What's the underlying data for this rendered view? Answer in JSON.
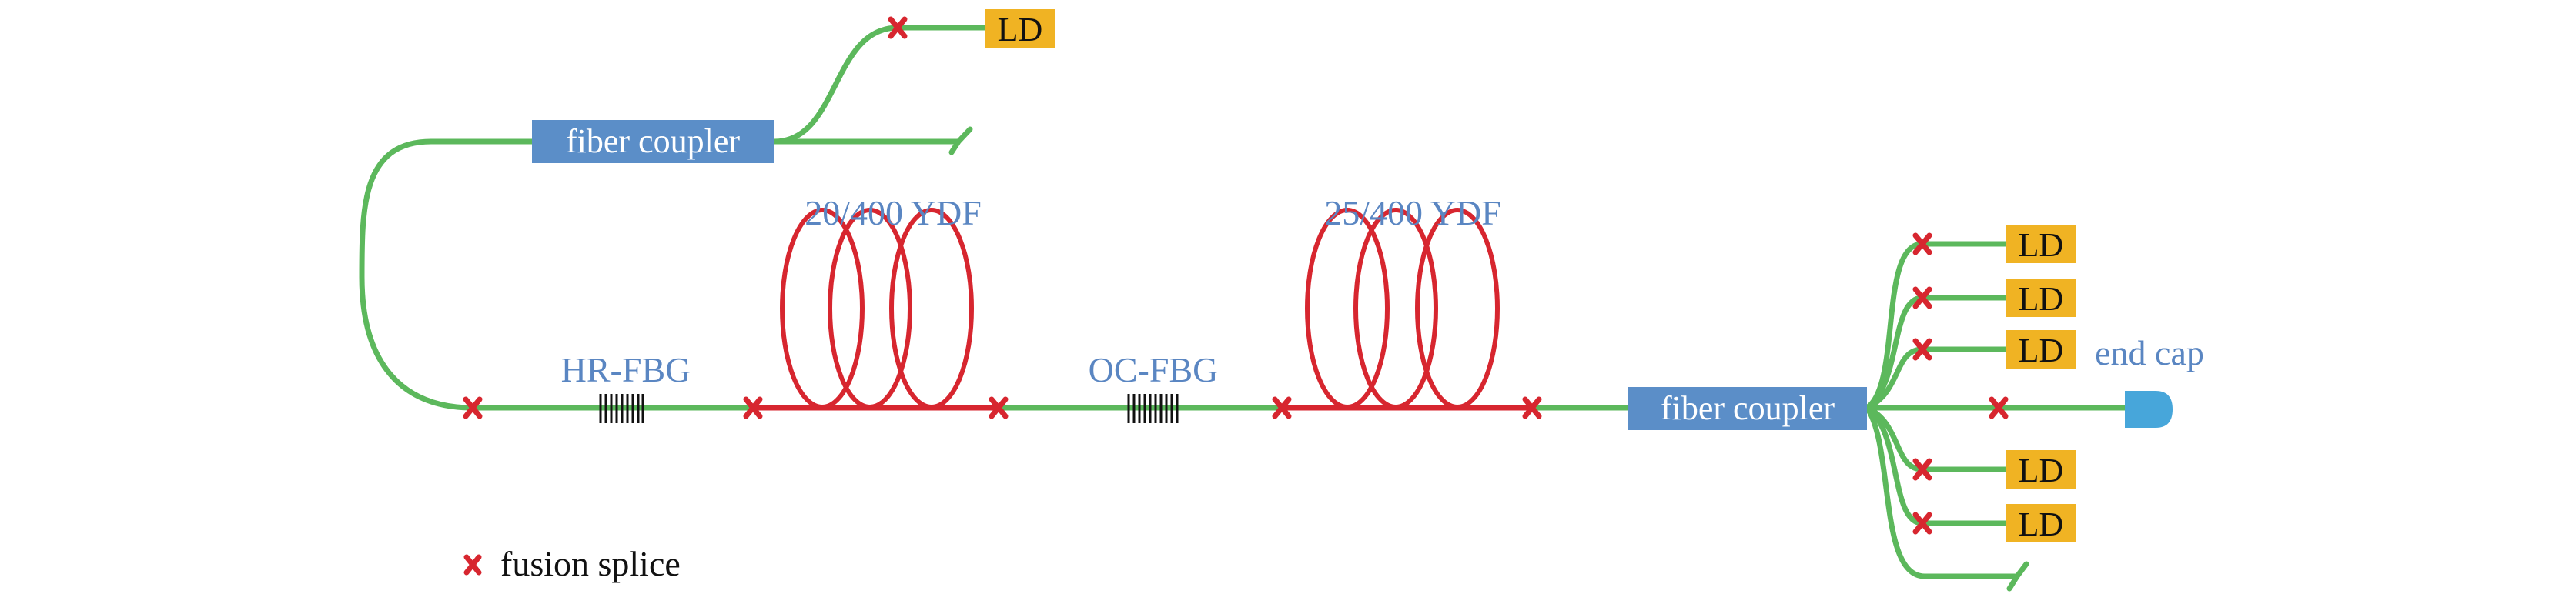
{
  "labels": {
    "top_coupler": "fiber coupler",
    "main_coupler": "fiber coupler",
    "hr_fbg": "HR-FBG",
    "oc_fbg": "OC-FBG",
    "ydf1": "20/400 YDF",
    "ydf2": "25/400 YDF",
    "end_cap": "end cap",
    "ld": "LD",
    "legend": "fusion splice"
  },
  "colors": {
    "passive_fiber": "#5cb85c",
    "gain_fiber": "#d7262f",
    "coupler": "#5b8ec8",
    "ld": "#f0b323",
    "end_cap": "#47a6da",
    "label": "#5a86c2"
  }
}
